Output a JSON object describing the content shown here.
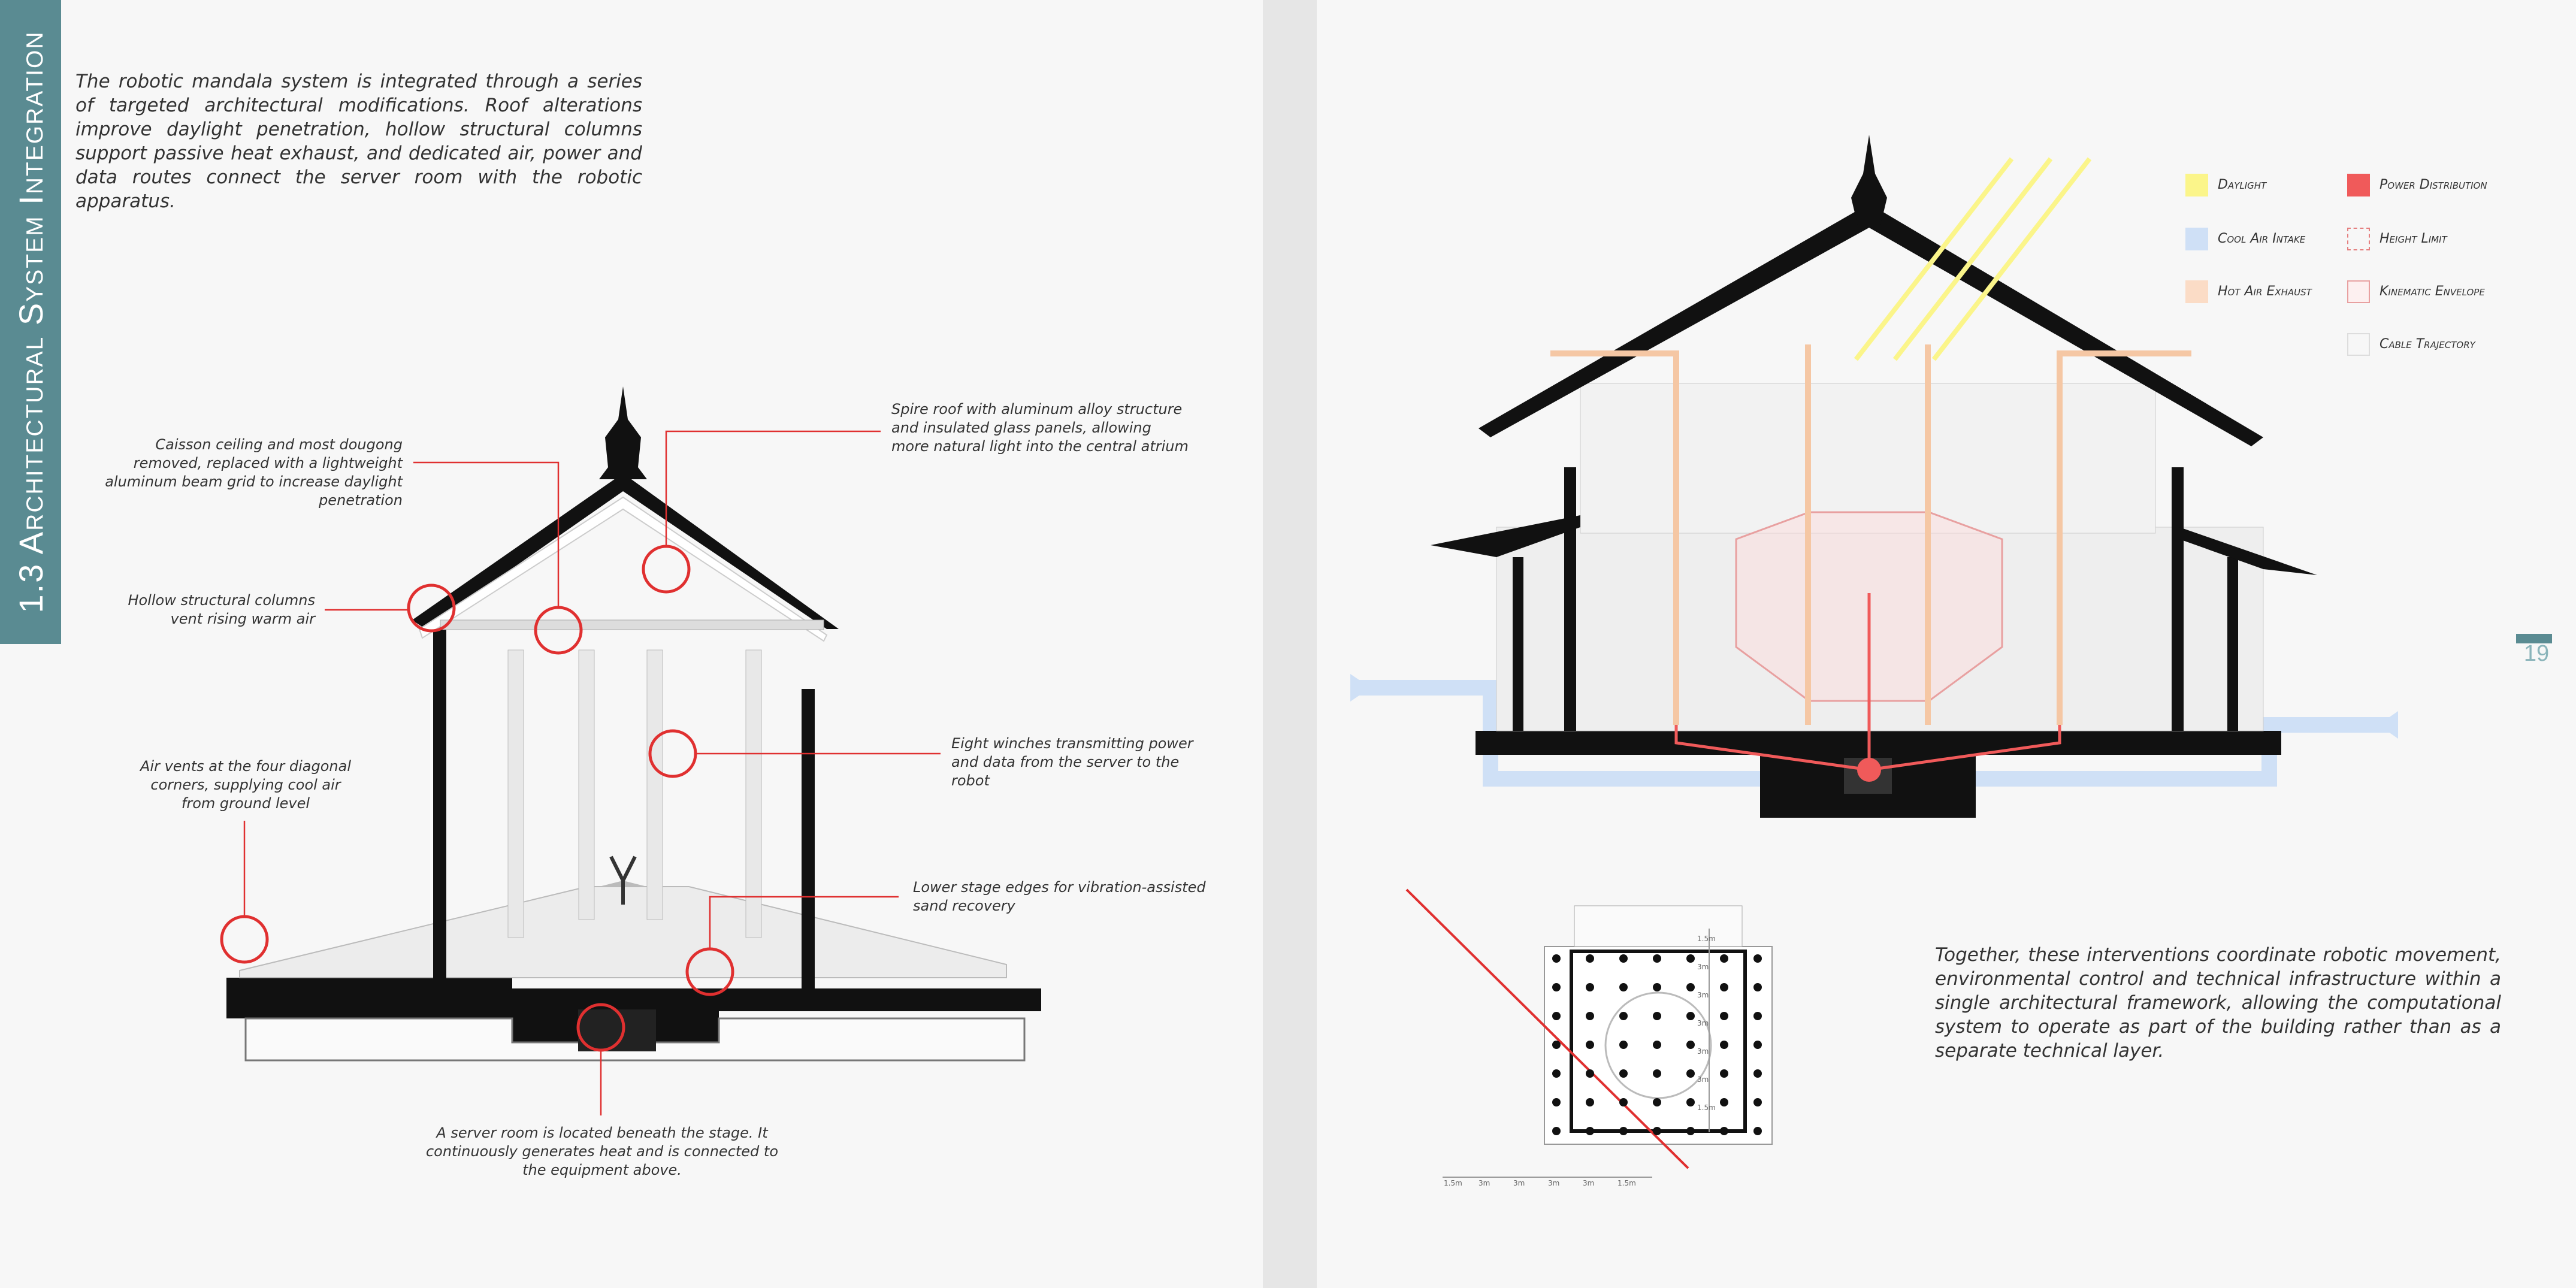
{
  "sidebar": {
    "title": "1.3 Architectural System Integration"
  },
  "intro_text": "The robotic mandala system is integrated through a series of targeted architectural modifications. Roof alterations improve daylight penetration, hollow structural columns support passive heat exhaust, and dedicated air, power and data routes connect the server room with the robotic apparatus.",
  "annotations": {
    "caisson": "Caisson ceiling and most dougong removed, replaced with a lightweight aluminum beam grid to increase daylight penetration",
    "spire": "Spire roof with aluminum alloy structure and insulated glass panels, allowing more natural light into the central atrium",
    "columns": "Hollow structural columns vent rising warm air",
    "winches": "Eight winches transmitting power and data from the server to the robot",
    "vents": "Air vents at the four diagonal corners, supplying cool air from ground level",
    "stage": "Lower stage edges for vibration-assisted sand recovery",
    "server": "A server room is located beneath the stage. It continuously generates heat and is connected to the equipment above."
  },
  "legend": [
    {
      "label": "Daylight",
      "color": "#fbf58a",
      "style": "fill"
    },
    {
      "label": "Power Distribution",
      "color": "#f05a5a",
      "style": "fill"
    },
    {
      "label": "Cool Air Intake",
      "color": "#cfe0f6",
      "style": "fill"
    },
    {
      "label": "Height Limit",
      "color": "#e58080",
      "style": "dashed"
    },
    {
      "label": "Hot Air Exhaust",
      "color": "#fbdcc6",
      "style": "fill"
    },
    {
      "label": "Kinematic Envelope",
      "color": "#e8a0a0",
      "style": "outline"
    },
    {
      "label": "Cable Trajectory",
      "color": "#dddddd",
      "style": "outline"
    }
  ],
  "outro_text": "Together, these interventions coordinate robotic movement, environmental control and technical infrastructure within a single architectural framework, allowing the computational system to operate as part of the building rather than as a separate technical layer.",
  "page_number": "19",
  "plan_dimensions": {
    "right": [
      "1.5m",
      "3m",
      "3m",
      "3m",
      "3m",
      "3m",
      "1.5m"
    ],
    "bottom": [
      "1.5m",
      "3m",
      "3m",
      "3m",
      "3m",
      "1.5m"
    ]
  }
}
